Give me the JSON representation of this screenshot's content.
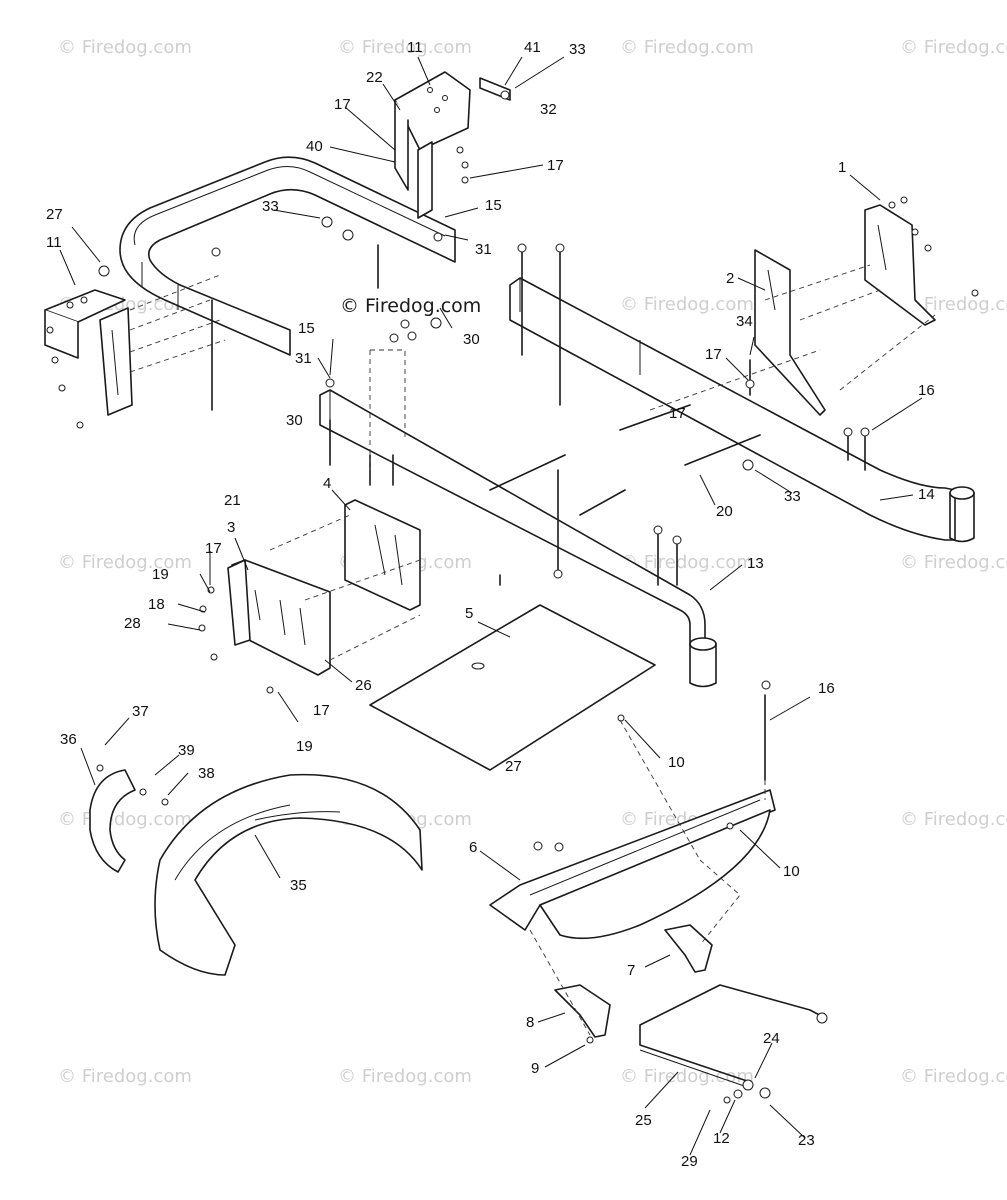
{
  "watermark": {
    "text": "© Firedog.com",
    "center_text": "© Firedog.com"
  },
  "callouts": {
    "c1": "1",
    "c2": "2",
    "c3": "3",
    "c4": "4",
    "c5": "5",
    "c6": "6",
    "c7": "7",
    "c8": "8",
    "c9": "9",
    "c10a": "10",
    "c10b": "10",
    "c11a": "11",
    "c11b": "11",
    "c12": "12",
    "c13": "13",
    "c14": "14",
    "c15a": "15",
    "c15b": "15",
    "c16a": "16",
    "c16b": "16",
    "c17a": "17",
    "c17b": "17",
    "c17c": "17",
    "c17d": "17",
    "c17e": "17",
    "c17f": "17",
    "c18": "18",
    "c19a": "19",
    "c19b": "19",
    "c20": "20",
    "c21": "21",
    "c22": "22",
    "c23": "23",
    "c24": "24",
    "c25": "25",
    "c26": "26",
    "c27a": "27",
    "c27b": "27",
    "c28": "28",
    "c29": "29",
    "c30a": "30",
    "c30b": "30",
    "c31a": "31",
    "c31b": "31",
    "c32": "32",
    "c33a": "33",
    "c33b": "33",
    "c33c": "33",
    "c34": "34",
    "c35": "35",
    "c36": "36",
    "c37": "37",
    "c38": "38",
    "c39": "39",
    "c40": "40",
    "c41": "41"
  }
}
